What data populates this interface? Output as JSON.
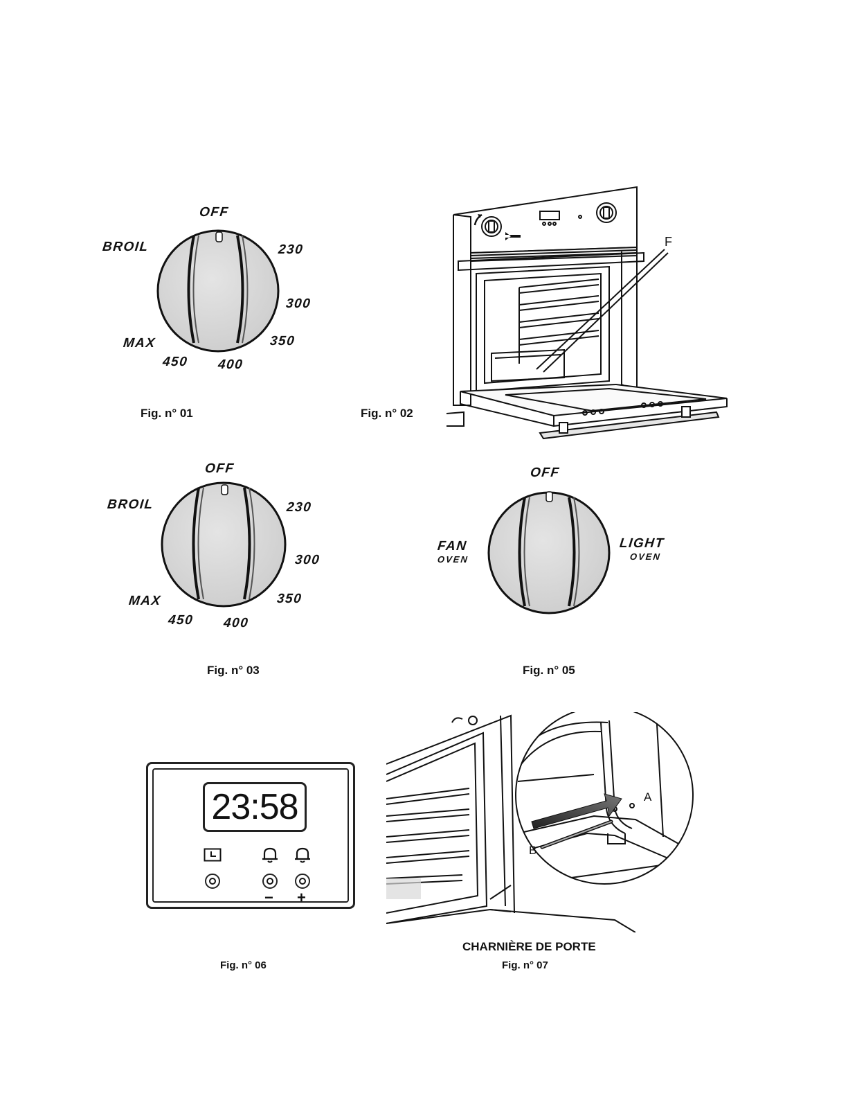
{
  "fig01": {
    "labels": {
      "off": "OFF",
      "broil": "BROIL",
      "t230": "230",
      "t300": "300",
      "t350": "350",
      "max": "MAX",
      "t450": "450",
      "t400": "400"
    },
    "caption": "Fig. n° 01"
  },
  "fig02": {
    "caption": "Fig. n° 02",
    "marker": "F"
  },
  "fig03": {
    "labels": {
      "off": "OFF",
      "broil": "BROIL",
      "t230": "230",
      "t300": "300",
      "t350": "350",
      "max": "MAX",
      "t450": "450",
      "t400": "400"
    },
    "caption": "Fig. n° 03"
  },
  "fig05": {
    "labels": {
      "off": "OFF",
      "fan": "FAN",
      "fan_sub": "OVEN",
      "light": "LIGHT",
      "light_sub": "OVEN"
    },
    "caption": "Fig. n° 05"
  },
  "fig06": {
    "display_time": "23:58",
    "icons": [
      "clock-icon",
      "bell-icon",
      "bell-icon"
    ],
    "minus": "−",
    "plus": "+",
    "caption": "Fig. n° 06"
  },
  "fig07": {
    "title": "CHARNIÈRE DE PORTE",
    "caption": "Fig. n° 07",
    "marker_a": "A",
    "marker_b": "B"
  }
}
